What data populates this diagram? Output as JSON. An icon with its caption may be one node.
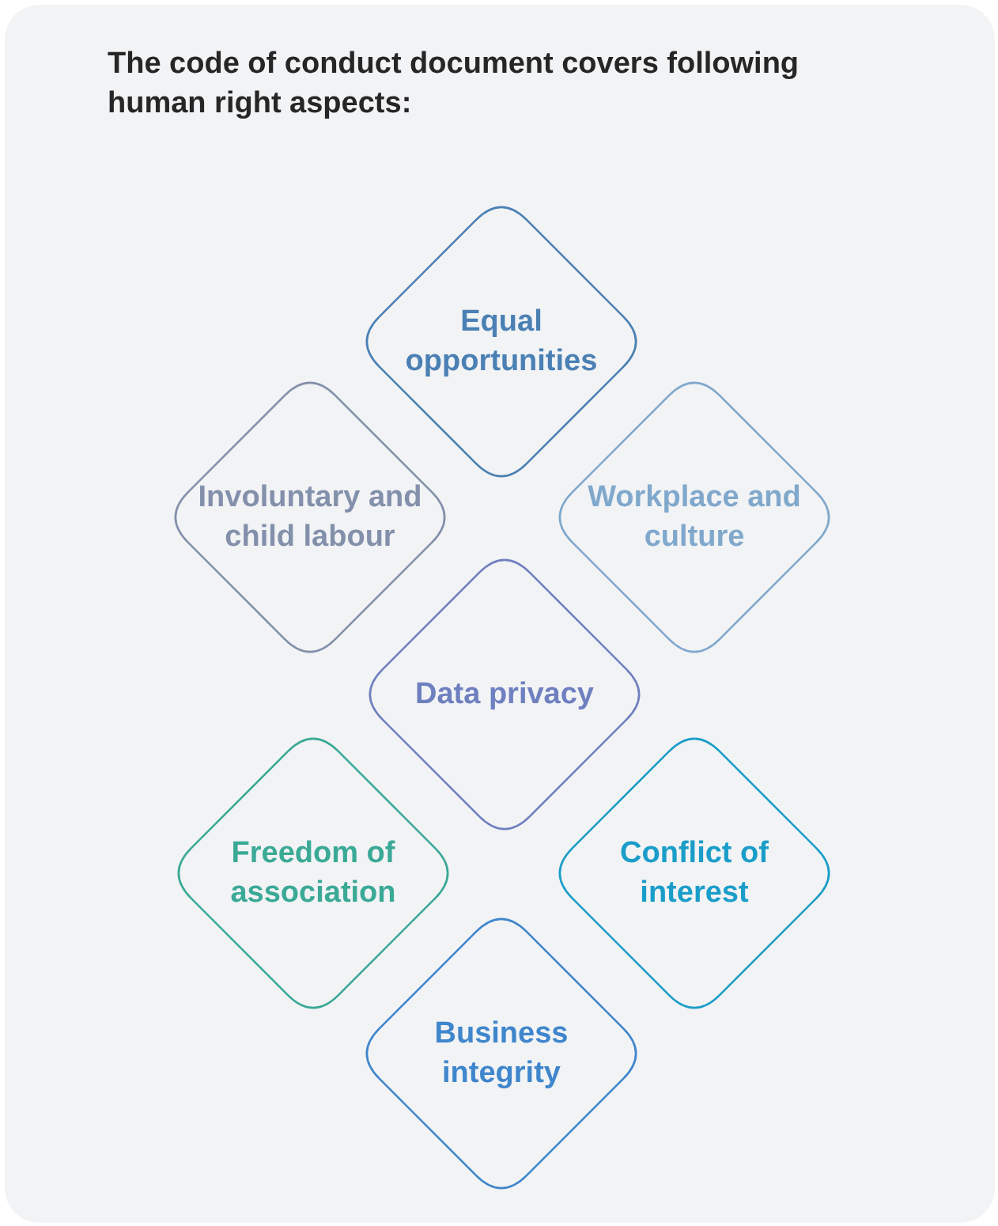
{
  "diagram": {
    "title": "The code of conduct document covers following human right aspects:",
    "nodes": [
      {
        "text": [
          "Equal opportunities"
        ]
      },
      {
        "text": [
          "Involuntary and child labour"
        ]
      },
      {
        "text": [
          "Workplace and culture"
        ]
      },
      {
        "text": [
          "Data privacy"
        ]
      },
      {
        "text": [
          "Freedom of association"
        ]
      },
      {
        "text": [
          "Conflict of interest"
        ]
      },
      {
        "text": [
          "Business integrity"
        ]
      }
    ]
  }
}
